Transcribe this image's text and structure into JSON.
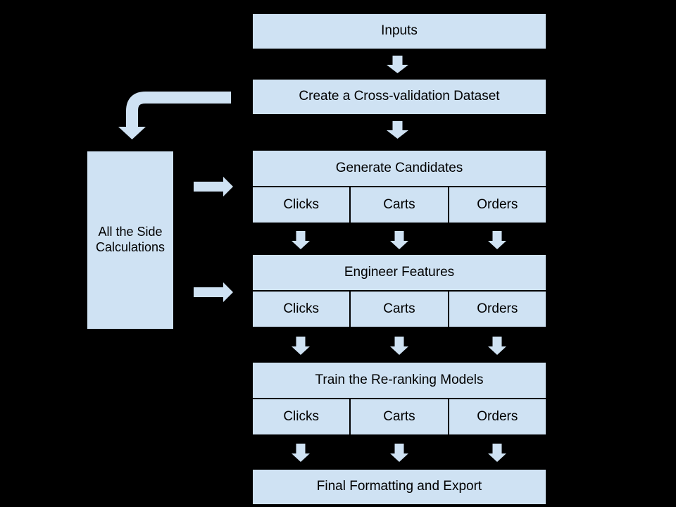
{
  "colors": {
    "background": "#000000",
    "node_fill": "#cfe2f3",
    "node_border": "#000000",
    "arrow_fill": "#cfe2f3",
    "text": "#000000"
  },
  "icons": {
    "arrow_down": "block-arrow-down",
    "arrow_right": "block-arrow-right",
    "arrow_bent": "bent-block-arrow-left-then-down"
  },
  "flowchart": {
    "nodes": {
      "inputs": {
        "label": "Inputs"
      },
      "create_cv": {
        "label": "Create a Cross-validation Dataset"
      },
      "side_calculations": {
        "label": "All the Side Calculations"
      },
      "final_export": {
        "label": "Final Formatting and Export"
      }
    },
    "stages": [
      {
        "title": "Generate Candidates",
        "cells": [
          "Clicks",
          "Carts",
          "Orders"
        ]
      },
      {
        "title": "Engineer Features",
        "cells": [
          "Clicks",
          "Carts",
          "Orders"
        ]
      },
      {
        "title": "Train the Re-ranking Models",
        "cells": [
          "Clicks",
          "Carts",
          "Orders"
        ]
      }
    ]
  }
}
